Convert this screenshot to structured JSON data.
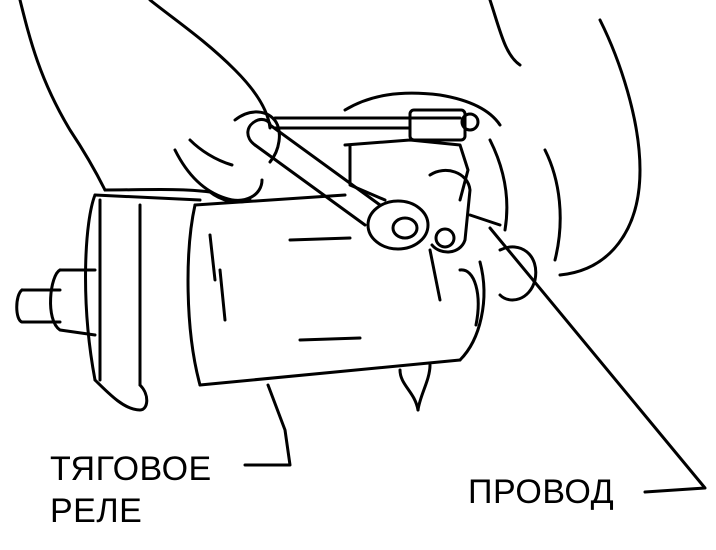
{
  "labels": {
    "traction_relay_line1": "ТЯГОВОЕ",
    "traction_relay_line2": "РЕЛЕ",
    "wire": "ПРОВОД"
  },
  "colors": {
    "ink": "#000000",
    "paper": "#ffffff"
  }
}
